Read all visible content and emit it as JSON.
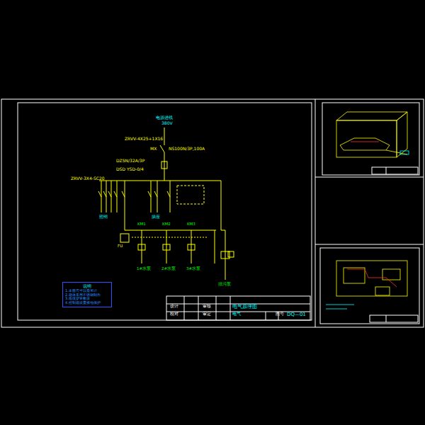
{
  "diagram": {
    "nodes": [
      {
        "text": [
          "说明",
          "1.本图尺寸以毫米计",
          "2.箱体采用不锈钢制作",
          "3.电缆穿管敷设",
          "4.控制箱设置接地保护"
        ]
      },
      {
        "text": [
          "设计",
          "审核",
          "校对",
          "审定",
          "电气原理图",
          "电气",
          "图号",
          "DQ—01"
        ]
      }
    ],
    "labels": [
      "电源进线",
      "380V",
      "ZRVV-4X25+1X16",
      "MX",
      "NS100N/3P,100A",
      "DZ5N/32A/3P",
      "DSD YSD-0/4",
      "ZRVV-3X4-SC20",
      "KM1",
      "KM2",
      "KM3",
      "FU",
      "1#水泵",
      "2#水泵",
      "3#水泵",
      "照明",
      "插座",
      "排污泵"
    ]
  }
}
